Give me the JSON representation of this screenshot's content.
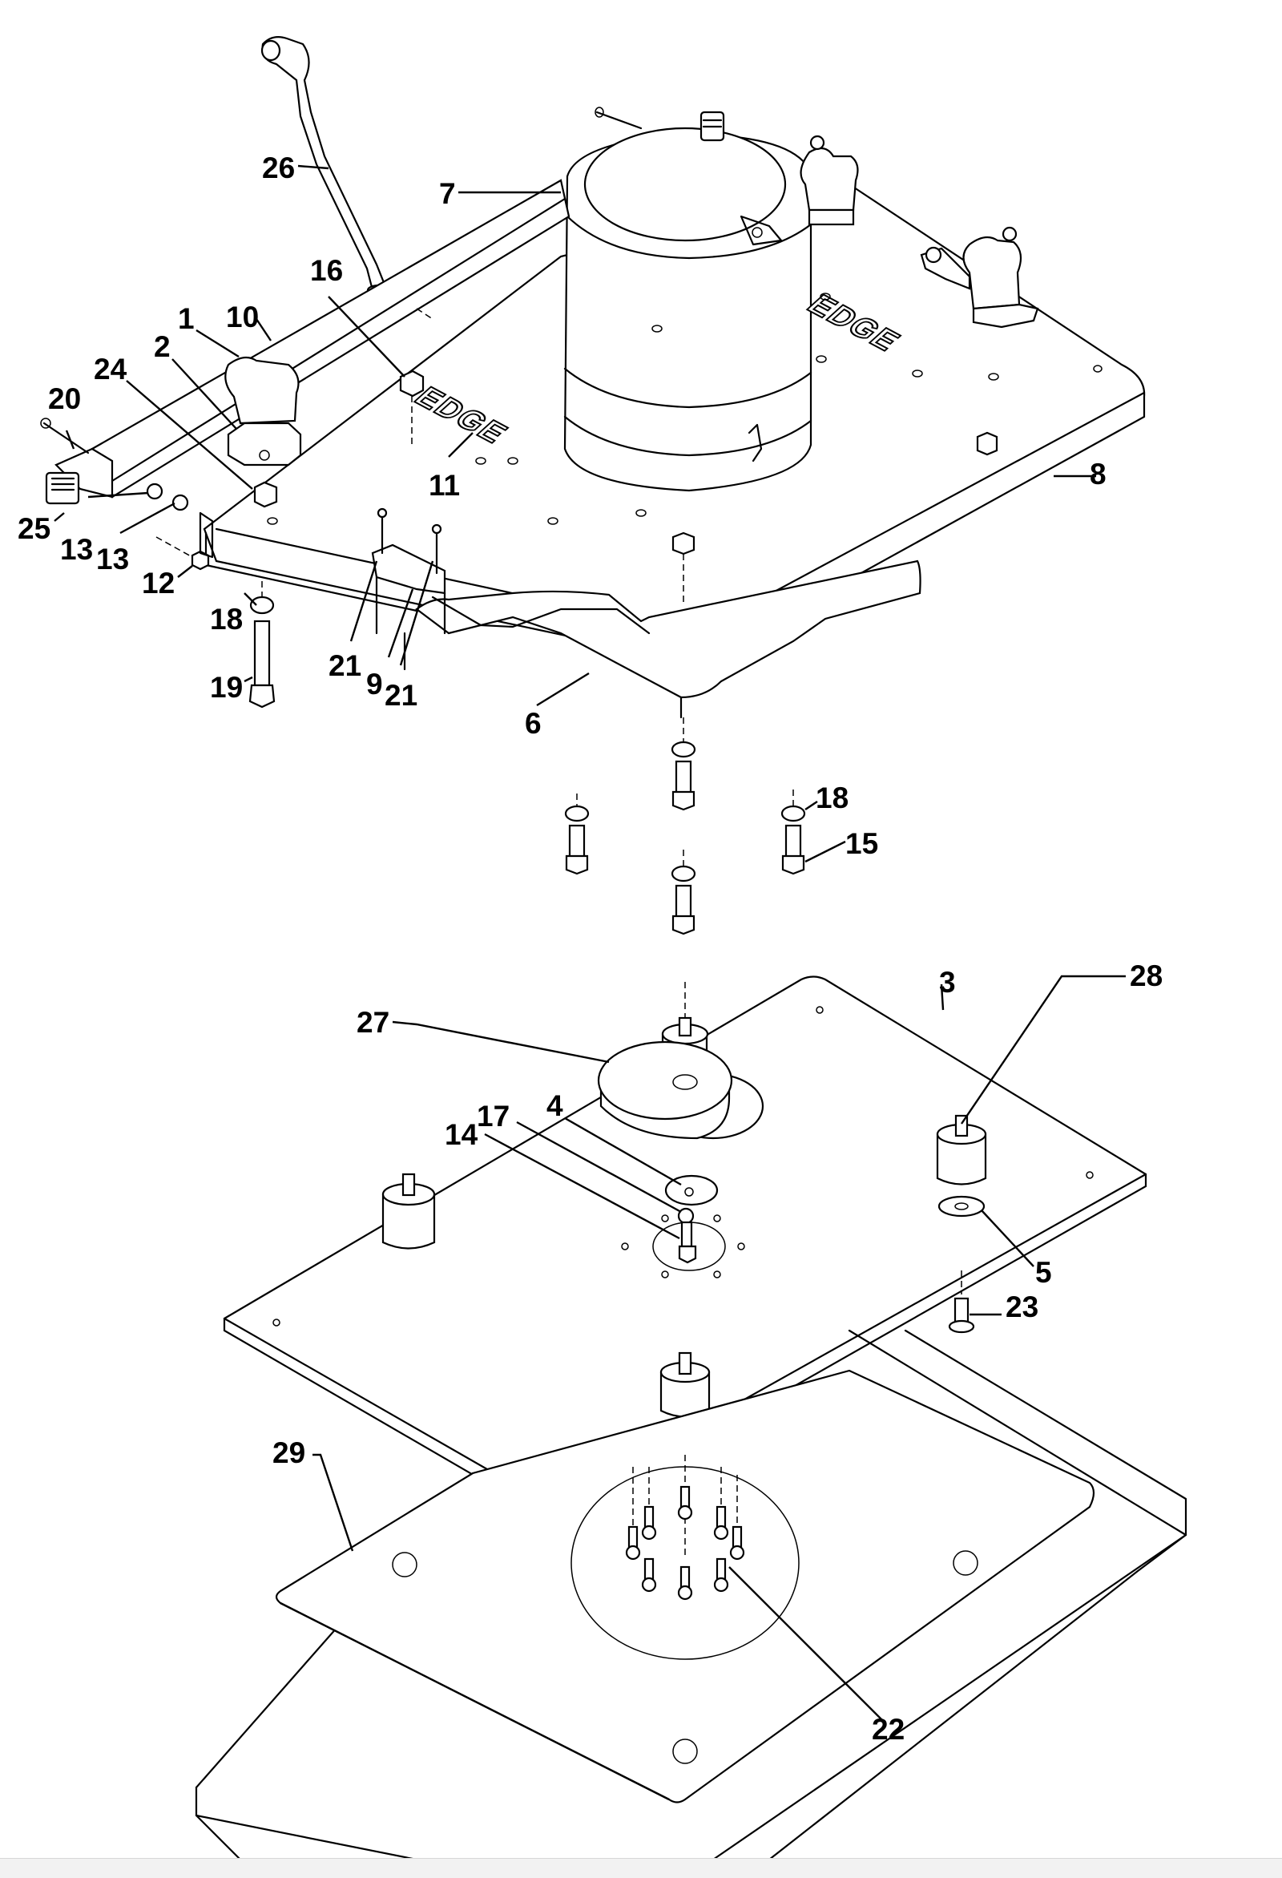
{
  "diagram": {
    "type": "exploded-parts-view",
    "logo_text": "EDGE",
    "callouts": [
      {
        "id": "c1",
        "label": "1"
      },
      {
        "id": "c2",
        "label": "2"
      },
      {
        "id": "c3",
        "label": "3"
      },
      {
        "id": "c4",
        "label": "4"
      },
      {
        "id": "c5",
        "label": "5"
      },
      {
        "id": "c6",
        "label": "6"
      },
      {
        "id": "c7",
        "label": "7"
      },
      {
        "id": "c8",
        "label": "8"
      },
      {
        "id": "c9",
        "label": "9"
      },
      {
        "id": "c10",
        "label": "10"
      },
      {
        "id": "c11",
        "label": "11"
      },
      {
        "id": "c12",
        "label": "12"
      },
      {
        "id": "c13a",
        "label": "13"
      },
      {
        "id": "c13b",
        "label": "13"
      },
      {
        "id": "c14",
        "label": "14"
      },
      {
        "id": "c15",
        "label": "15"
      },
      {
        "id": "c16",
        "label": "16"
      },
      {
        "id": "c17",
        "label": "17"
      },
      {
        "id": "c18a",
        "label": "18"
      },
      {
        "id": "c18b",
        "label": "18"
      },
      {
        "id": "c19",
        "label": "19"
      },
      {
        "id": "c20",
        "label": "20"
      },
      {
        "id": "c21a",
        "label": "21"
      },
      {
        "id": "c21b",
        "label": "21"
      },
      {
        "id": "c22",
        "label": "22"
      },
      {
        "id": "c23",
        "label": "23"
      },
      {
        "id": "c24",
        "label": "24"
      },
      {
        "id": "c25",
        "label": "25"
      },
      {
        "id": "c26",
        "label": "26"
      },
      {
        "id": "c27",
        "label": "27"
      },
      {
        "id": "c28",
        "label": "28"
      },
      {
        "id": "c29",
        "label": "29"
      }
    ]
  }
}
